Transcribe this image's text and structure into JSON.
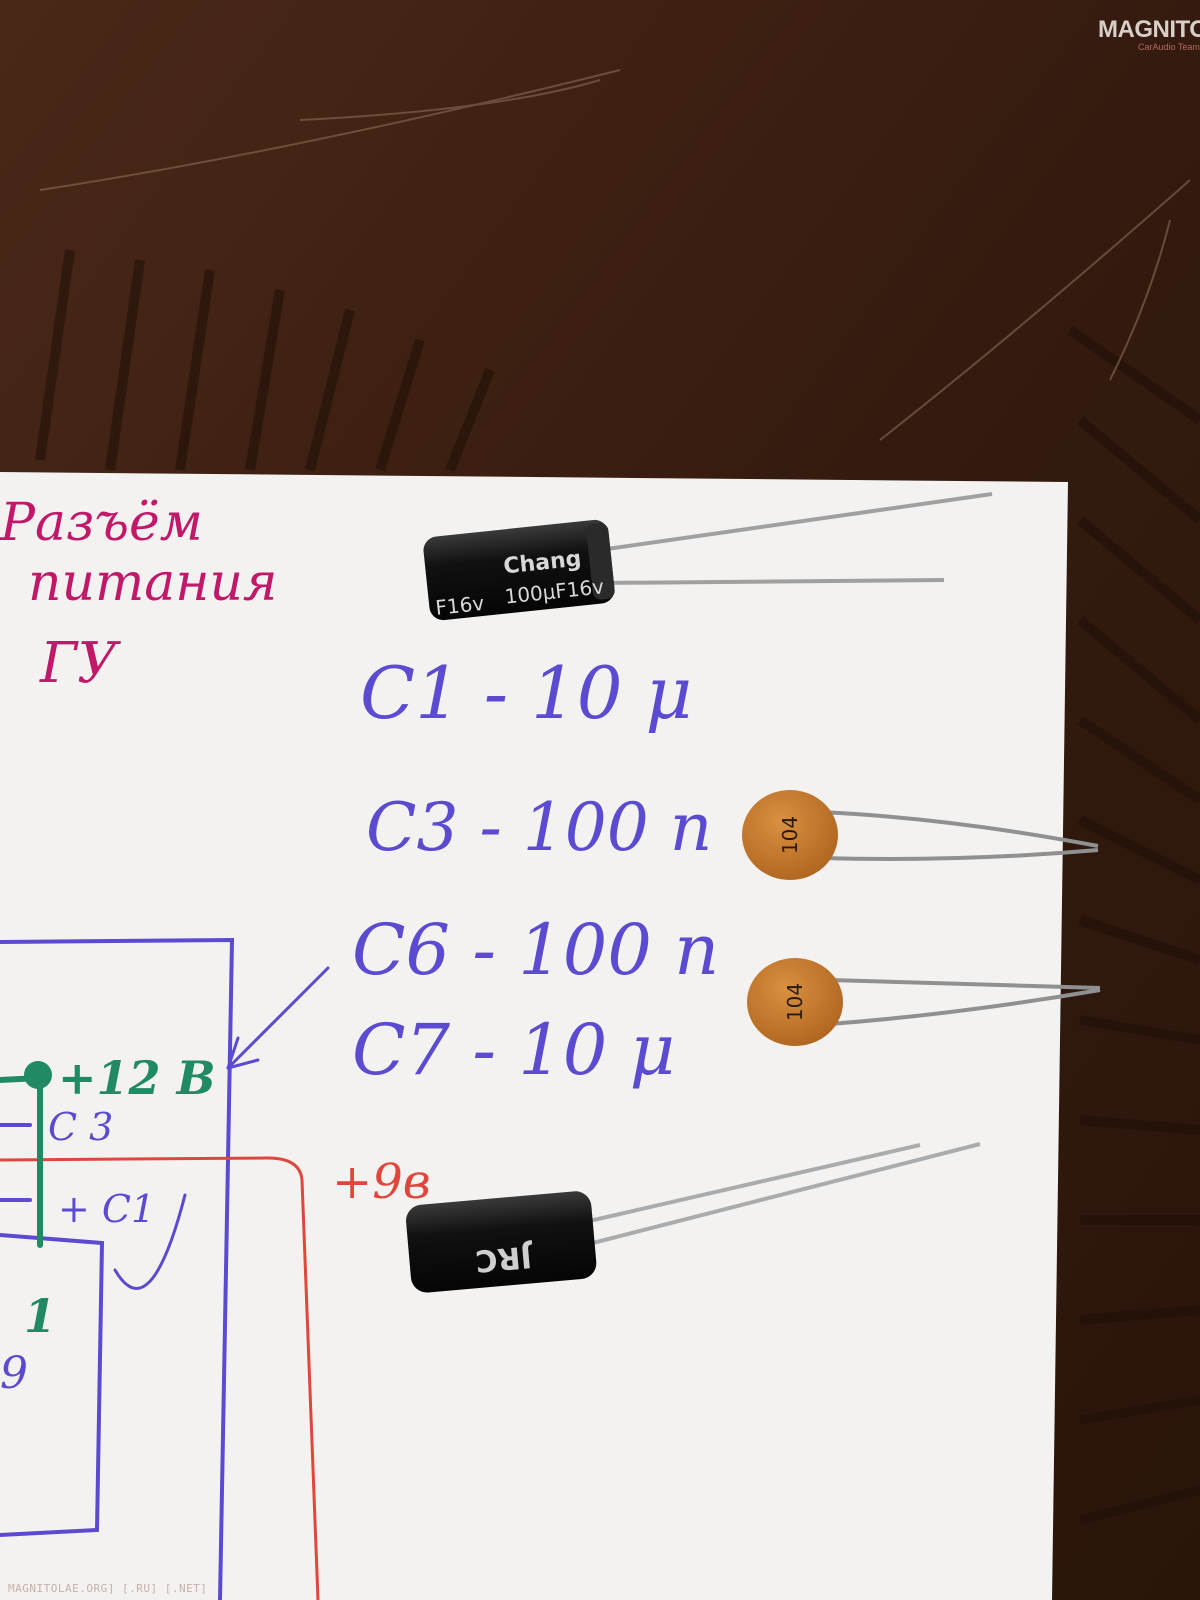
{
  "note_heading": {
    "line1": "Разъём",
    "line2": "питания",
    "line3": "ГУ"
  },
  "capacitor_list": [
    {
      "label": "C1 - 10 μ"
    },
    {
      "label": "C3 - 100 n"
    },
    {
      "label": "C6 - 100 n"
    },
    {
      "label": "C7 - 10 μ"
    }
  ],
  "schematic": {
    "plus_12v": "+12 В",
    "plus_9v": "+9в",
    "c3_label": "C 3",
    "c1_label": "+ C1",
    "pin_number": "1",
    "pin_9": "9"
  },
  "components": {
    "electrolytic_top": {
      "brand": "Chang",
      "marking": "100μF16v",
      "marking_partial": "F16v"
    },
    "ceramic_marking": "104",
    "electrolytic_bottom": {
      "marking": "JRC"
    }
  },
  "watermark": {
    "logo": "MAGNITOLA",
    "sub": "CarAudio Team",
    "footer": "MAGNITOLAE.ORG] [.RU] [.NET]"
  },
  "colors": {
    "ink_purple": "#5a4bd0",
    "ink_magenta": "#c2186a",
    "ink_green": "#1f8a63",
    "ink_red": "#e0473c",
    "paper": "#f3f2f0",
    "table_wood": "#3a1f12",
    "ceramic_cap": "#c97a2c"
  }
}
